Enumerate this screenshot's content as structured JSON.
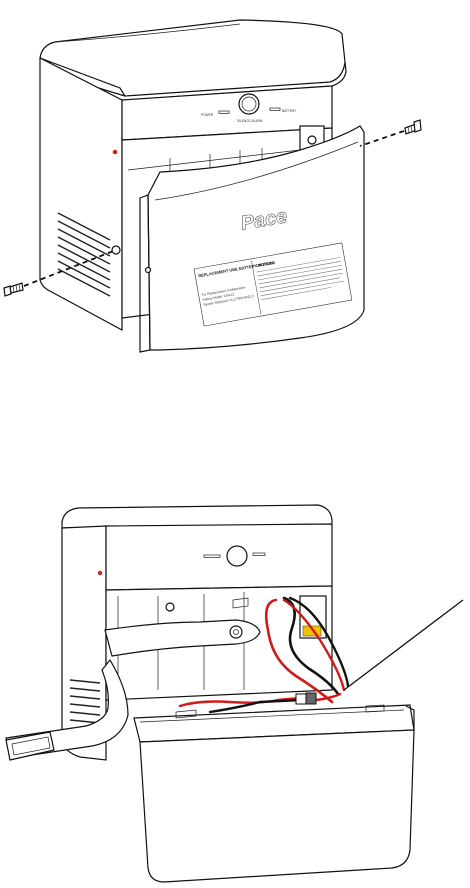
{
  "figure": {
    "top": {
      "logo": "Pace",
      "power_label": "POWER",
      "battery_label": "BATTERY",
      "button_label": "SILENCE ALARM",
      "label_heading": "REPLACEMENT UBE BATTERY MODULE",
      "label_line1": "For Replacement Configuration",
      "label_line2": "Battery Model: CS4-12",
      "label_line3": "System Standard: UL1778/CSA22.2",
      "caution_heading": "CAUTION",
      "caution_text": "Risk of Fire. Replace only with specified battery. Dispose of used batteries according to instructions."
    },
    "colors": {
      "wire_red": "#d11a1a",
      "wire_black": "#111111",
      "warning_label": "#f2c200",
      "indicator_led": "#cc2222"
    }
  }
}
